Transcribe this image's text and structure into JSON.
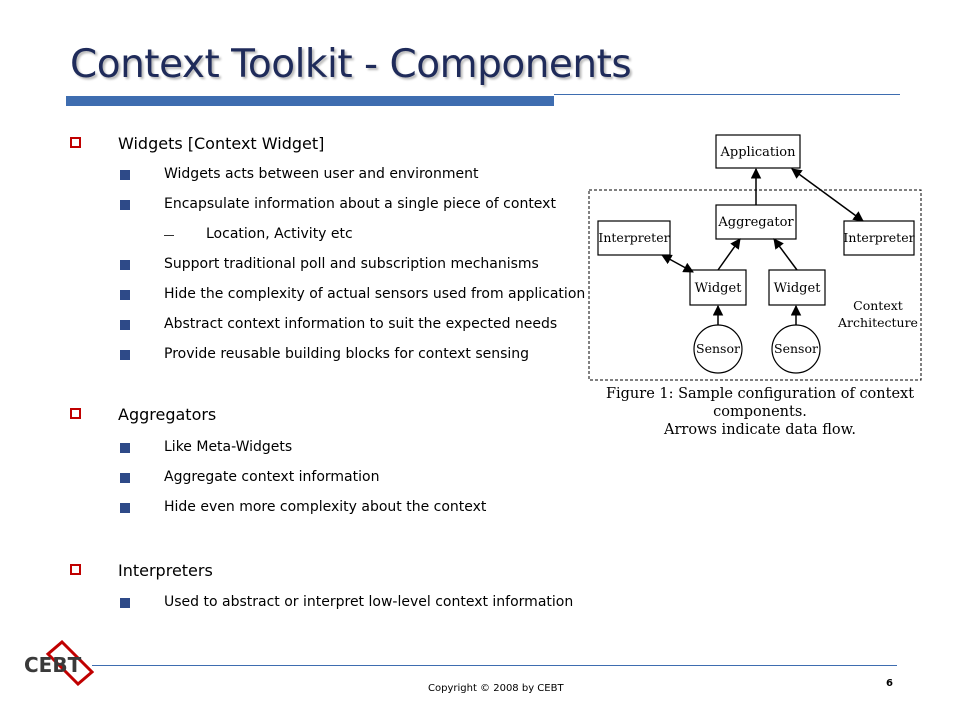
{
  "title": "Context Toolkit - Components",
  "bullets": [
    {
      "label": "Widgets [Context Widget]",
      "items": [
        {
          "text": "Widgets acts between user and environment"
        },
        {
          "text": "Encapsulate information about a single piece of context",
          "sub": [
            "Location, Activity etc"
          ]
        },
        {
          "text": "Support traditional poll and subscription mechanisms"
        },
        {
          "text": "Hide the complexity of actual sensors used from application"
        },
        {
          "text": "Abstract context information to suit the expected needs"
        },
        {
          "text": "Provide reusable building blocks for context sensing"
        }
      ]
    },
    {
      "label": "Aggregators",
      "items": [
        {
          "text": "Like Meta-Widgets"
        },
        {
          "text": "Aggregate context information"
        },
        {
          "text": "Hide even more complexity about the context"
        }
      ]
    },
    {
      "label": "Interpreters",
      "items": [
        {
          "text": "Used to abstract or interpret low-level context information"
        }
      ]
    }
  ],
  "figure": {
    "nodes": {
      "application": "Application",
      "aggregator": "Aggregator",
      "interpreter_left": "Interpreter",
      "interpreter_right": "Interpreter",
      "widget_left": "Widget",
      "widget_right": "Widget",
      "sensor_left": "Sensor",
      "sensor_right": "Sensor"
    },
    "architecture_label_line1": "Context",
    "architecture_label_line2": "Architecture",
    "caption_line1": "Figure 1: Sample configuration of context components.",
    "caption_line2": "Arrows indicate data flow."
  },
  "footer": {
    "copyright": "Copyright © 2008 by CEBT",
    "page_number": "6",
    "logo_text": "CEBT"
  },
  "colors": {
    "title": "#1f2b5a",
    "accent_blue": "#3e6db0",
    "level1_marker": "#c00000",
    "level2_marker": "#2e4a88",
    "logo_red": "#c00000"
  }
}
